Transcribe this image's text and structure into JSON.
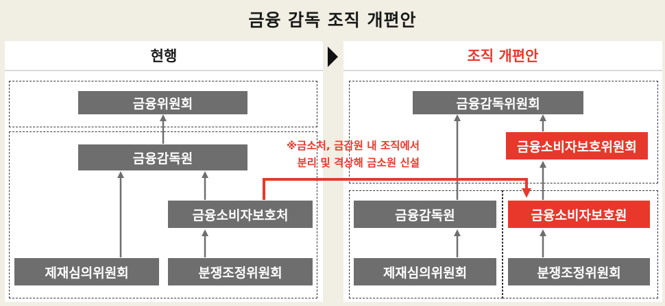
{
  "title": "금융 감독 조직 개편안",
  "left_panel": {
    "header": "현행",
    "boxes": {
      "fsc": "금융위원회",
      "fss": "금융감독원",
      "consumer_office": "금융소비자보호처",
      "sanction_committee": "제재심의위원회",
      "dispute_committee": "분쟁조정위원회"
    }
  },
  "right_panel": {
    "header": "조직 개편안",
    "boxes": {
      "fsc": "금융감독위원회",
      "consumer_committee": "금융소비자보호위원회",
      "fss": "금융감독원",
      "consumer_agency": "금융소비자보호원",
      "sanction_committee": "제재심의위원회",
      "dispute_committee": "분쟁조정위원회"
    }
  },
  "note": {
    "line1": "※금소처, 금감원 내 조직에서",
    "line2": "분리 및 격상해 금소원 신설"
  },
  "colors": {
    "background": "#f1eee3",
    "box_gray": "#6e6e6e",
    "accent_red": "#e8382b"
  }
}
